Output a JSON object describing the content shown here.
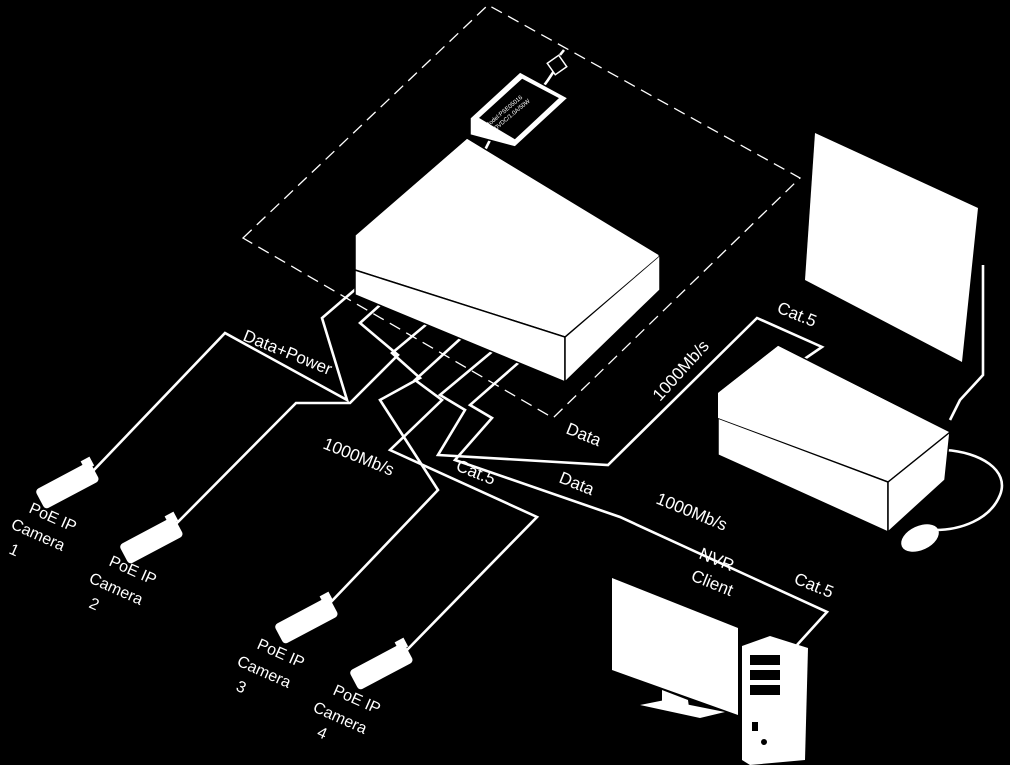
{
  "labels": {
    "data_power": "Data+Power",
    "speed_left": "1000Mb/s",
    "speed_right": "1000Mb/s",
    "speed_bottom": "1000Mb/s",
    "cat5_left": "Cat.5",
    "cat5_top": "Cat.5",
    "cat5_bottom": "Cat.5",
    "data_upper": "Data",
    "data_lower": "Data",
    "nvr_line1": "NVR",
    "nvr_line2": "Client"
  },
  "cameras": [
    {
      "line1": "PoE IP",
      "line2": "Camera",
      "number": "1"
    },
    {
      "line1": "PoE IP",
      "line2": "Camera",
      "number": "2"
    },
    {
      "line1": "PoE IP",
      "line2": "Camera",
      "number": "3"
    },
    {
      "line1": "PoE IP",
      "line2": "Camera",
      "number": "4"
    }
  ],
  "power_adapter": {
    "line1": "Model:PSE05016",
    "line2": "50VDC/1.0A/50W"
  },
  "colors": {
    "background": "#000000",
    "foreground": "#ffffff"
  }
}
